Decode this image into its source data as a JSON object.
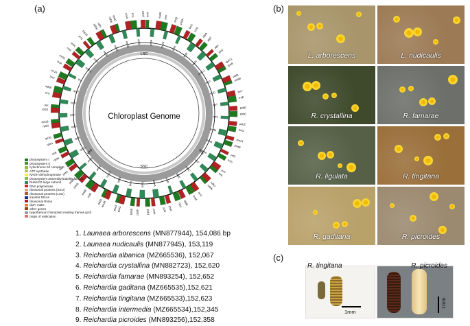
{
  "panel_labels": {
    "a": "(a)",
    "b": "(b)",
    "c": "(c)"
  },
  "genome": {
    "center_title": "Chloroplast Genome",
    "region_labels": {
      "lsc": "LSC",
      "ssc": "SSC",
      "ira": "IRa",
      "irb": "IRb"
    },
    "gene_labels_outer": [
      "trnH",
      "psbA",
      "matK",
      "trnK",
      "rps16",
      "trnQ",
      "psbK",
      "psbI",
      "trnS",
      "trnG",
      "trnR",
      "atpA",
      "atpF",
      "atpH",
      "atpI",
      "rps2",
      "rpoC2",
      "rpoC1",
      "rpoB",
      "trnC",
      "petN",
      "psbM",
      "trnD",
      "trnY",
      "trnE",
      "trnT",
      "psbD",
      "psbC",
      "trnS",
      "psbZ",
      "trnG",
      "trnfM",
      "rps14",
      "psaB",
      "psaA",
      "ycf3",
      "trnS",
      "rps4",
      "trnT",
      "trnL",
      "trnF",
      "ndhJ",
      "ndhK",
      "ndhC",
      "trnV",
      "trnM",
      "atpE",
      "atpB",
      "rbcL",
      "accD",
      "psaI",
      "ycf4",
      "cemA",
      "petA",
      "psbJ",
      "psbL",
      "psbF",
      "psbE",
      "petL",
      "petG",
      "psaJ",
      "rpl33",
      "rps18",
      "rpl20",
      "rps12",
      "clpP",
      "psbB",
      "psbT",
      "psbN",
      "psbH",
      "petB",
      "petD",
      "rpoA",
      "rps11",
      "rpl36",
      "infA",
      "rps8",
      "rpl14",
      "rpl16",
      "rps3",
      "rpl22",
      "rps19",
      "rpl2",
      "rpl23",
      "trnI",
      "ycf2",
      "trnL",
      "ndhB",
      "rps7",
      "trnV",
      "rrn16",
      "trnI",
      "trnA",
      "rrn23",
      "rrn4.5",
      "rrn5",
      "trnR",
      "trnN",
      "ycf1",
      "rps15",
      "ndhH",
      "ndhA",
      "ndhI",
      "ndhG",
      "ndhE",
      "psaC",
      "ndhD",
      "ccsA",
      "trnL",
      "rpl32",
      "ndhF"
    ],
    "legend": [
      {
        "label": "photosystem I",
        "color": "#1f7a1f"
      },
      {
        "label": "photosystem II",
        "color": "#3a9a2a"
      },
      {
        "label": "cytochrome b/f complex",
        "color": "#8fbf3f"
      },
      {
        "label": "ATP synthase",
        "color": "#b5c94a"
      },
      {
        "label": "NADH dehydrogenase",
        "color": "#ffee33"
      },
      {
        "label": "RubisCO large subunit",
        "color": "#2e8b57"
      },
      {
        "label": "RNA polymerase",
        "color": "#d7261e"
      },
      {
        "label": "ribosomal proteins (SSU)",
        "color": "#e5a16b"
      },
      {
        "label": "ribosomal proteins (LSU)",
        "color": "#b05a2f"
      },
      {
        "label": "transfer RNAs",
        "color": "#1b2f8f"
      },
      {
        "label": "ribosomal RNAs",
        "color": "#b22222"
      },
      {
        "label": "clpP, matK",
        "color": "#f07f2a"
      },
      {
        "label": "other genes",
        "color": "#8b4513"
      },
      {
        "label": "hypothetical chloroplast reading frames (ycf)",
        "color": "#9b9b9b"
      },
      {
        "label": "origin of replication",
        "color": "#e07070"
      }
    ],
    "legend_extra": [
      "photosystem assembly/stability factors"
    ]
  },
  "species": [
    {
      "index": "1.",
      "name": "Launaea arborescens",
      "accession": "(MN877944), 154,086 bp"
    },
    {
      "index": "2.",
      "name": "Launaea nudicaulis",
      "accession": "(MN877945), 153,119"
    },
    {
      "index": "3.",
      "name": "Reichardia albanica",
      "accession": "(MZ665536), 152,067"
    },
    {
      "index": "4.",
      "name": "Reichardia crystallina",
      "accession": "(MN882723), 152,620"
    },
    {
      "index": "5.",
      "name": "Reichardia famarae",
      "accession": "(MN893254),  152,652"
    },
    {
      "index": "6.",
      "name": "Reichardia gaditana",
      "accession": "(MZ665535),152,621"
    },
    {
      "index": "7.",
      "name": "Reichardia tingitana",
      "accession": "(MZ665533),152,623"
    },
    {
      "index": "8.",
      "name": "Reichardia intermedia",
      "accession": "(MZ665534),152,345"
    },
    {
      "index": "9.",
      "name": "Reichardia picroides",
      "accession": "(MN893256),152,358"
    }
  ],
  "photos": [
    {
      "caption": "L. arborescens",
      "bg": "#a8956b"
    },
    {
      "caption": "L. nudicaulis",
      "bg": "#9c7a55"
    },
    {
      "caption": "R. crystallina",
      "bg": "#3f4a2c"
    },
    {
      "caption": "R. famarae",
      "bg": "#6d6f6a"
    },
    {
      "caption": "R. ligulata",
      "bg": "#566046"
    },
    {
      "caption": "R. tingitana",
      "bg": "#9a6f3a"
    },
    {
      "caption": "R. gaditana",
      "bg": "#b9a16a"
    },
    {
      "caption": "R. picroides",
      "bg": "#9c8a70"
    }
  ],
  "achenes": {
    "label_left": "R. tingitana",
    "label_right": "R. picroides",
    "scale_left": "1mm",
    "scale_right": "1mm"
  }
}
